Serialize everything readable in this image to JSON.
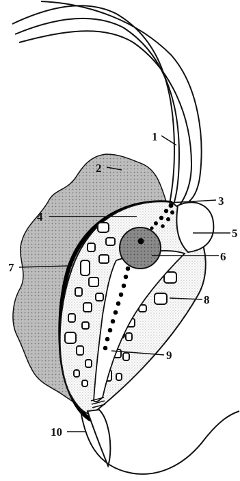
{
  "labels": {
    "l1": "1",
    "l2": "2",
    "l3": "3",
    "l4": "4",
    "l5": "5",
    "l6": "6",
    "l7": "7",
    "l8": "8",
    "l9": "9",
    "l10": "10"
  },
  "colors": {
    "ink": "#111111",
    "membrane": "#bdbdbd",
    "nucleus": "#8a8a8a",
    "background": "#ffffff"
  }
}
